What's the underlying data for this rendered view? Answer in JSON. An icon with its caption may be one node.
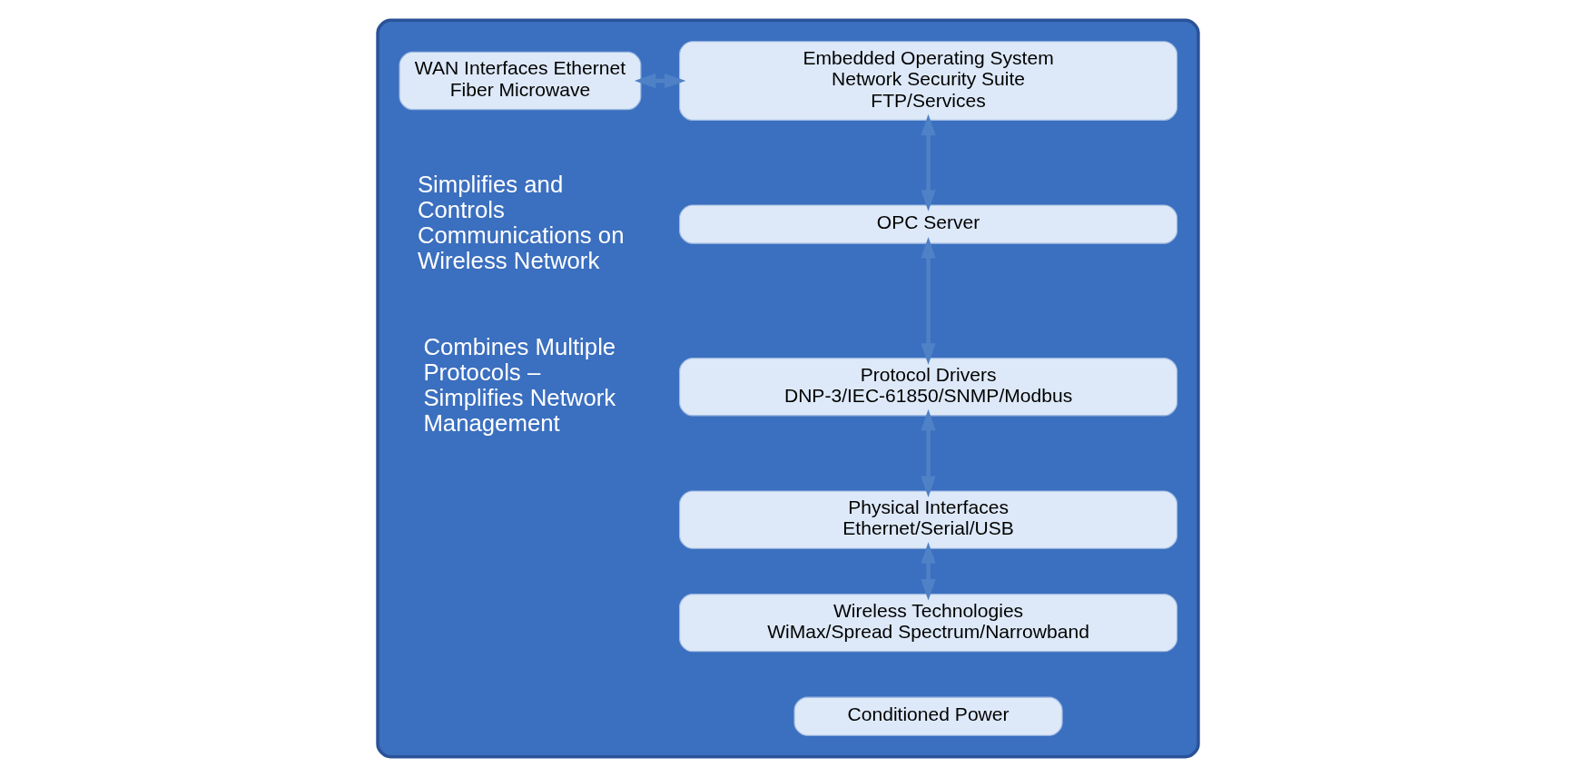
{
  "diagram": {
    "nodes": [
      {
        "text": [],
        "shape": "box"
      },
      {
        "text": [
          "WAN Interfaces Ethernet",
          "Fiber Microwave"
        ],
        "in": 0
      },
      {
        "text": [
          "Embedded Operating System",
          "Network Security Suite",
          "FTP/Services"
        ],
        "in": 0
      },
      {
        "text": [
          "OPC Server"
        ],
        "in": 0
      },
      {
        "text": [
          "Protocol Drivers",
          "DNP-3/IEC-61850/SNMP/Modbus"
        ],
        "in": 0
      },
      {
        "text": [
          "Physical Interfaces",
          "Ethernet/Serial/USB"
        ],
        "in": 0
      },
      {
        "text": [
          "Wireless Technologies",
          "WiMax/Spread Spectrum/Narrowband"
        ],
        "in": 0
      },
      {
        "text": [
          "Conditioned Power"
        ],
        "in": 0
      }
    ],
    "edges": [
      {
        "from": 1,
        "to": 2,
        "arrow": "both"
      },
      {
        "from": 2,
        "to": 3,
        "arrow": "both"
      },
      {
        "from": 3,
        "to": 4,
        "arrow": "both"
      },
      {
        "from": 4,
        "to": 5,
        "arrow": "both"
      },
      {
        "from": 5,
        "to": 6,
        "arrow": "both"
      }
    ],
    "labels": [
      "Simplifies and Controls Communications on Wireless Network",
      "Combines Multiple Protocols – Simplifies Network Management"
    ]
  }
}
